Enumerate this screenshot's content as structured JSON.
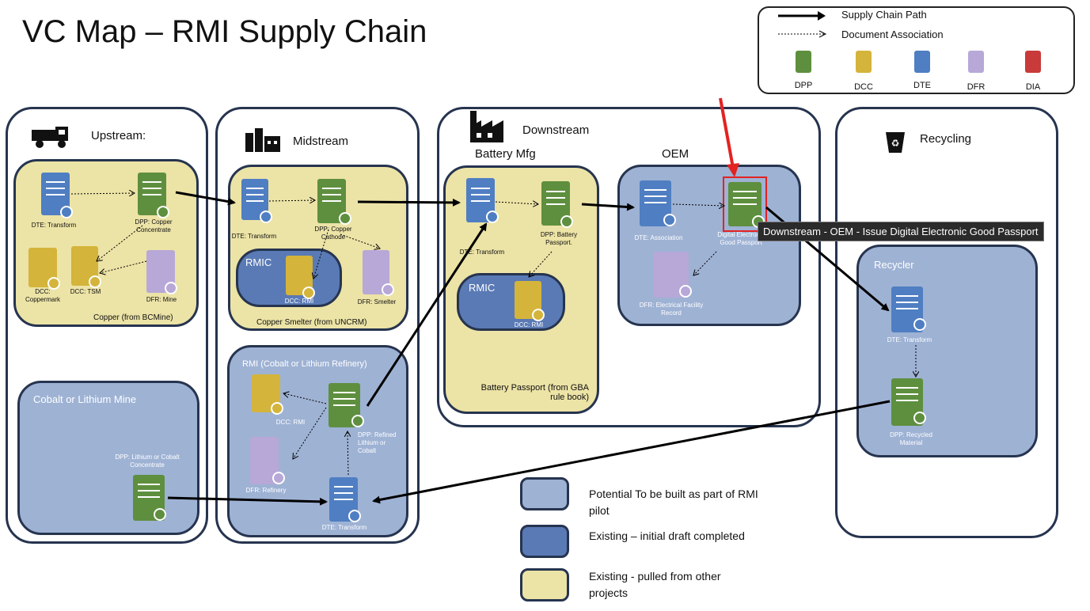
{
  "title": "VC Map – RMI Supply Chain",
  "legend": {
    "supply_chain_path": "Supply Chain Path",
    "document_association": "Document Association",
    "doc_types": [
      {
        "label": "DPP",
        "color": "#5e8f3e"
      },
      {
        "label": "DCC",
        "color": "#d4b43a"
      },
      {
        "label": "DTE",
        "color": "#4f7ec2"
      },
      {
        "label": "DFR",
        "color": "#b7a8d8"
      },
      {
        "label": "DIA",
        "color": "#c93a3a"
      }
    ]
  },
  "lanes": {
    "upstream": "Upstream:",
    "midstream": "Midstream",
    "downstream": "Downstream",
    "recycling": "Recycling"
  },
  "upstream": {
    "copper_caption": "Copper (from BCMine)",
    "docs": {
      "dte_transform": "DTE: Transform",
      "dpp_copper_concentrate": "DPP: Copper Concentrate",
      "dcc_coppermark": "DCC: Coppermark",
      "dcc_tsm": "DCC: TSM",
      "dfr_mine": "DFR: Mine"
    },
    "cobalt_mine_title": "Cobalt or Lithium Mine",
    "dpp_lithium": "DPP: Lithium or Cobalt Concentrate"
  },
  "midstream": {
    "smelter_caption": "Copper Smelter (from UNCRM)",
    "docs": {
      "dte_transform": "DTE: Transform",
      "dpp_copper_cathode": "DPP: Copper Cathode",
      "rmic": "RMIC",
      "dcc_rmi": "DCC: RMI",
      "dfr_smelter": "DFR: Smelter"
    },
    "refinery_title": "RMI (Cobalt or Lithium Refinery)",
    "refinery_docs": {
      "dcc_rmi": "DCC: RMI",
      "dpp_refined": "DPP: Refined Lithium or Cobalt",
      "dfr_refinery": "DFR: Refinery",
      "dte_transform": "DTE: Transform"
    }
  },
  "downstream": {
    "battery_mfg": "Battery Mfg",
    "battery_caption": "Battery Passport (from GBA rule book)",
    "battery_docs": {
      "dte_transform": "DTE: Transform",
      "dpp_battery_passport": "DPP: Battery Passport.",
      "rmic": "RMIC",
      "dcc_rmi": "DCC: RMI"
    },
    "oem": "OEM",
    "oem_docs": {
      "dte_association": "DTE: Association",
      "digital_passport": "Digital Electronic Good Passport",
      "dfr_electrical": "DFR: Electrical Facility Record"
    }
  },
  "recycling": {
    "recycler": "Recycler",
    "dte_transform": "DTE: Transform",
    "dpp_recycled": "DPP: Recycled Material"
  },
  "tooltip": "Downstream - OEM - Issue Digital Electronic Good Passport",
  "key": [
    {
      "text": "Potential To be built as part of RMI pilot",
      "color": "#9eb2d4"
    },
    {
      "text": "Existing – initial draft completed",
      "color": "#5a7ab5"
    },
    {
      "text": "Existing - pulled from other projects",
      "color": "#ece3a6"
    }
  ],
  "colors": {
    "dpp": "#5e8f3e",
    "dcc": "#d4b43a",
    "dte": "#4f7ec2",
    "dfr": "#b7a8d8",
    "dia": "#c93a3a",
    "highlight": "#e32222"
  }
}
